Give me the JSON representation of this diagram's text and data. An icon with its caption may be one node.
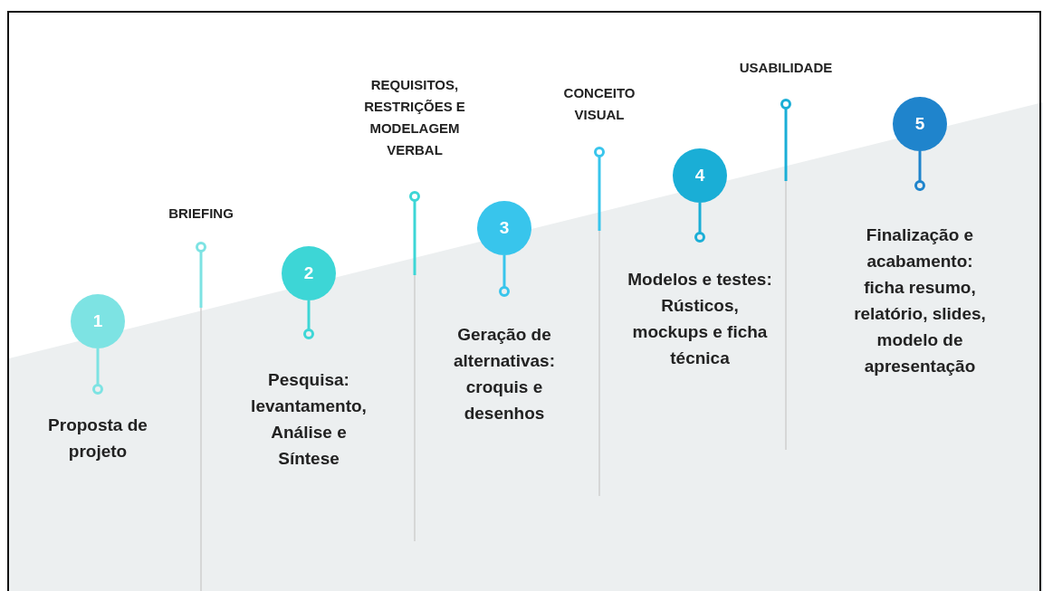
{
  "diagram": {
    "nodes": [
      {
        "text": [
          "1",
          "Proposta de projeto"
        ]
      },
      {
        "text": [
          "2",
          "Pesquisa: levantamento, Análise e Síntese"
        ]
      },
      {
        "text": [
          "3",
          "Geração de alternativas: croquis e desenhos"
        ]
      },
      {
        "text": [
          "4",
          "Modelos e testes: Rústicos, mockups e ficha técnica"
        ]
      },
      {
        "text": [
          "5",
          "Finalização e acabamento: ficha resumo, relatório, slides, modelo de apresentação"
        ]
      }
    ],
    "labels": [
      "BRIEFING",
      "REQUISITOS, RESTRIÇÕES E MODELAGEM VERBAL",
      "CONCEITO VISUAL",
      "USABILIDADE"
    ]
  }
}
